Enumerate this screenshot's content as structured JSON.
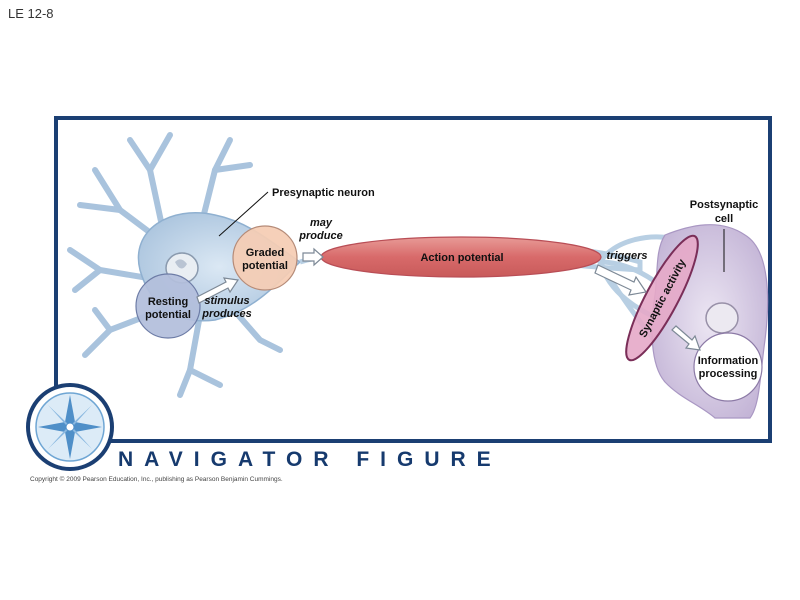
{
  "slide_label": "LE 12-8",
  "labels": {
    "presynaptic": "Presynaptic neuron",
    "may": "may",
    "produce": "produce",
    "graded_1": "Graded",
    "graded_2": "potential",
    "resting_1": "Resting",
    "resting_2": "potential",
    "stimulus": "stimulus",
    "produces": "produces",
    "action": "Action potential",
    "triggers": "triggers",
    "postsyn_1": "Postsynaptic",
    "postsyn_2": "cell",
    "synaptic": "Synaptic activity",
    "info_1": "Information",
    "info_2": "processing"
  },
  "navigator": "NAVIGATOR FIGURE",
  "copyright": "Copyright © 2009 Pearson Education, Inc., publishing as Pearson Benjamin Cummings.",
  "colors": {
    "frame": "#1b3f73",
    "neuron": "#c9dced",
    "axon": "#d86a6a",
    "synapse": "#e6a9c8",
    "graded": "#f5ccb4",
    "resting": "#b3bedb",
    "postsynaptic": "#d8cde5"
  }
}
